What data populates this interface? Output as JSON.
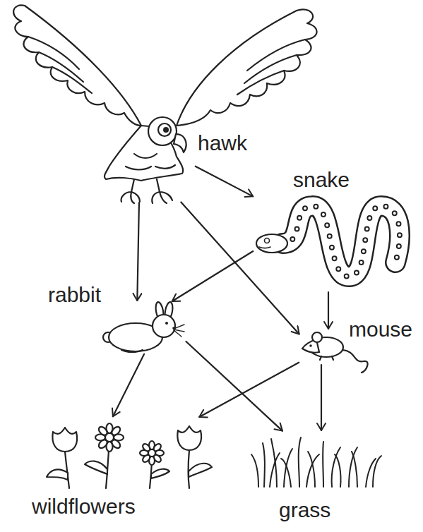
{
  "diagram": {
    "nodes": [
      {
        "text": [
          "hawk"
        ]
      },
      {
        "text": [
          "snake"
        ]
      },
      {
        "text": [
          "rabbit"
        ]
      },
      {
        "text": [
          "mouse"
        ]
      },
      {
        "text": [
          "wildflowers"
        ]
      },
      {
        "text": [
          "grass"
        ]
      }
    ],
    "edges": [
      {
        "from": 0,
        "to": 1,
        "arrow": "to"
      },
      {
        "from": 0,
        "to": 2,
        "arrow": "to"
      },
      {
        "from": 0,
        "to": 3,
        "arrow": "to"
      },
      {
        "from": 1,
        "to": 2,
        "arrow": "to"
      },
      {
        "from": 1,
        "to": 3,
        "arrow": "to"
      },
      {
        "from": 2,
        "to": 4,
        "arrow": "to"
      },
      {
        "from": 2,
        "to": 5,
        "arrow": "to"
      },
      {
        "from": 3,
        "to": 4,
        "arrow": "to"
      },
      {
        "from": 3,
        "to": 5,
        "arrow": "to"
      }
    ]
  }
}
